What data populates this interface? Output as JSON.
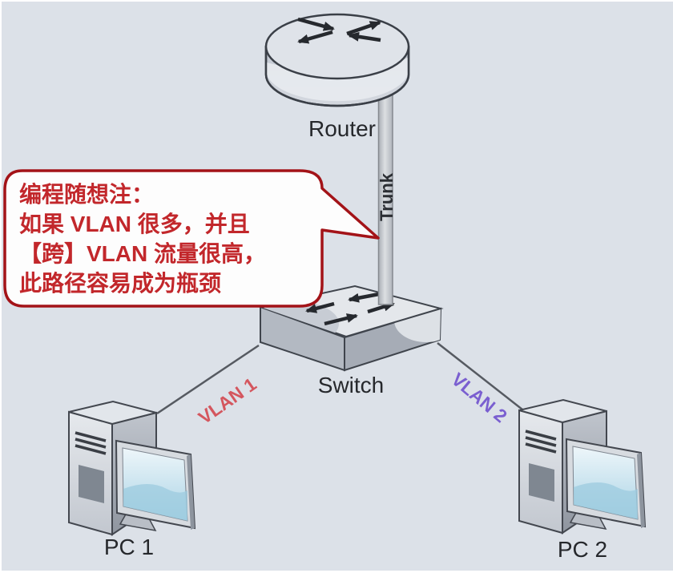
{
  "canvas": {
    "bg_color": "#dce1e8"
  },
  "nodes": {
    "router": {
      "label": "Router"
    },
    "switch": {
      "label": "Switch"
    },
    "pc1": {
      "label": "PC 1"
    },
    "pc2": {
      "label": "PC 2"
    }
  },
  "links": {
    "trunk": {
      "label": "Trunk"
    },
    "vlan1": {
      "label": "VLAN 1",
      "color": "#d4565e"
    },
    "vlan2": {
      "label": "VLAN 2",
      "color": "#7a5fd0"
    }
  },
  "callout": {
    "lines": [
      "编程随想注：",
      "如果 VLAN 很多，并且",
      "【跨】VLAN 流量很高，",
      "此路径容易成为瓶颈"
    ],
    "border_color": "#a31318",
    "text_color": "#c2272b"
  }
}
